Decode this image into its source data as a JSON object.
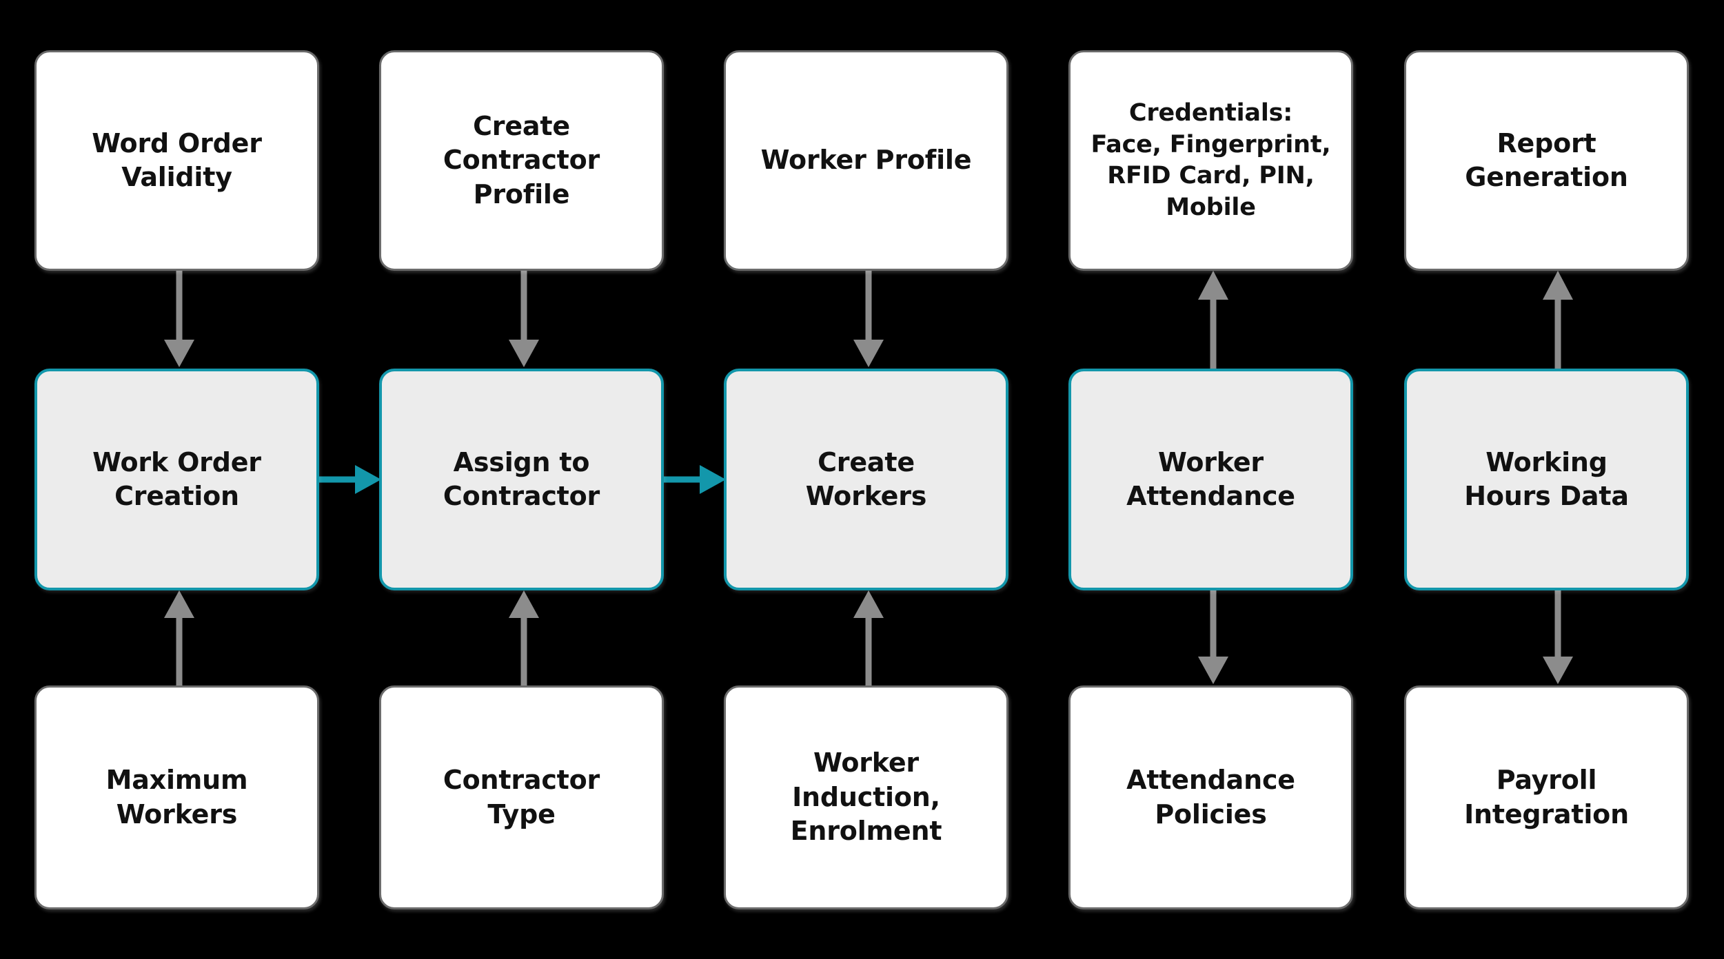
{
  "diagram": {
    "background_color": "#000000",
    "accent_color": "#1397ab",
    "arrow_gray": "#8c8c8c",
    "node_border_gray": "#6b6b6b",
    "node_fill_plain": "#ffffff",
    "node_fill_accent": "#ececec",
    "columns": [
      {
        "key": "work-order",
        "top": {
          "lines": [
            "Word Order",
            "Validity"
          ]
        },
        "middle": {
          "lines": [
            "Work Order",
            "Creation"
          ]
        },
        "bottom": {
          "lines": [
            "Maximum",
            "Workers"
          ]
        }
      },
      {
        "key": "contractor",
        "top": {
          "lines": [
            "Create Contractor",
            "Profile"
          ]
        },
        "middle": {
          "lines": [
            "Assign to",
            "Contractor"
          ]
        },
        "bottom": {
          "lines": [
            "Contractor",
            "Type"
          ]
        }
      },
      {
        "key": "workers",
        "top": {
          "lines": [
            "Worker Profile"
          ]
        },
        "middle": {
          "lines": [
            "Create",
            "Workers"
          ]
        },
        "bottom": {
          "lines": [
            "Worker Induction,",
            "Enrolment"
          ]
        }
      },
      {
        "key": "attendance",
        "top": {
          "lines": [
            "Credentials:",
            "Face, Fingerprint,",
            "RFID Card, PIN,",
            "Mobile"
          ]
        },
        "middle": {
          "lines": [
            "Worker",
            "Attendance"
          ]
        },
        "bottom": {
          "lines": [
            "Attendance",
            "Policies"
          ]
        }
      },
      {
        "key": "payroll",
        "top": {
          "lines": [
            "Report",
            "Generation"
          ]
        },
        "middle": {
          "lines": [
            "Working",
            "Hours Data"
          ]
        },
        "bottom": {
          "lines": [
            "Payroll",
            "Integration"
          ]
        }
      }
    ],
    "connectors": [
      {
        "name": "work-order-validity-to-work-order-creation",
        "direction": "down",
        "color": "#8c8c8c"
      },
      {
        "name": "maximum-workers-to-work-order-creation",
        "direction": "up",
        "color": "#8c8c8c"
      },
      {
        "name": "create-contractor-profile-to-assign-to-contractor",
        "direction": "down",
        "color": "#8c8c8c"
      },
      {
        "name": "contractor-type-to-assign-to-contractor",
        "direction": "up",
        "color": "#8c8c8c"
      },
      {
        "name": "worker-profile-to-create-workers",
        "direction": "down",
        "color": "#8c8c8c"
      },
      {
        "name": "worker-induction-to-create-workers",
        "direction": "up",
        "color": "#8c8c8c"
      },
      {
        "name": "worker-attendance-to-credentials",
        "direction": "up",
        "color": "#8c8c8c"
      },
      {
        "name": "worker-attendance-to-attendance-policies",
        "direction": "down",
        "color": "#8c8c8c"
      },
      {
        "name": "working-hours-data-to-report-generation",
        "direction": "up",
        "color": "#8c8c8c"
      },
      {
        "name": "working-hours-data-to-payroll-integration",
        "direction": "down",
        "color": "#8c8c8c"
      },
      {
        "name": "work-order-creation-to-assign-to-contractor",
        "direction": "right",
        "color": "#1397ab"
      },
      {
        "name": "assign-to-contractor-to-create-workers",
        "direction": "right",
        "color": "#1397ab"
      }
    ]
  }
}
